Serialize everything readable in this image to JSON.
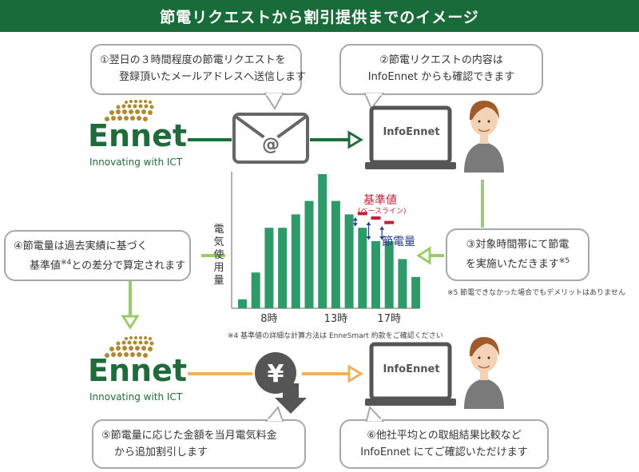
{
  "title": "節電リクエストから割引提供までのイメージ",
  "steps": {
    "s1": [
      "①翌日の３時間程度の節電リクエストを",
      "登録頂いたメールアドレスへ送信します"
    ],
    "s2": [
      "②節電リクエストの内容は",
      "InfoEnnet からも確認できます"
    ],
    "s3": [
      "③対象時間帯にて節電",
      "を実施いただきます"
    ],
    "s3_sup": "※5",
    "s4_line1": "④節電量は過去実績に基づく",
    "s4_line2a": "基準値",
    "s4_sup": "※4",
    "s4_line2b": "との差分で算定されます",
    "s5": [
      "⑤節電量に応じた金額を当月電気料金",
      "から追加割引します"
    ],
    "s6": [
      "⑥他社平均との取組結果比較など",
      "InfoEnnet にてご確認いただけます"
    ]
  },
  "notes": {
    "note5": "※5 節電できなかった場合でもデメリットはありません",
    "note4": "※4 基準値の詳細な計算方法は EnneSmart 約款をご確認ください"
  },
  "logo": {
    "word": "Ennet",
    "tagline": "Innovating with ICT"
  },
  "laptop_label": "InfoEnnet",
  "icons": {
    "mail": "mail-at-icon",
    "yen": "yen-icon",
    "person": "person-icon",
    "laptop": "laptop-icon"
  },
  "colors": {
    "title_bg": "#1a6b3a",
    "brand_green": "#1f6b3b",
    "arrow_light_green": "#9acd6a",
    "arrow_orange": "#f0b060",
    "bar_green": "#2e9a6a",
    "baseline_red": "#c0203a",
    "savings_blue": "#2a3a8a"
  },
  "chart_data": {
    "type": "bar",
    "x": [
      6,
      7,
      8,
      9,
      10,
      11,
      12,
      13,
      14,
      15,
      16,
      17,
      18,
      19
    ],
    "values": [
      1,
      4,
      9,
      9,
      10.5,
      12,
      15,
      12,
      10.5,
      9,
      7.5,
      7.5,
      5.5,
      3.5
    ],
    "baseline": [
      {
        "x": 15,
        "value": 10.5
      },
      {
        "x": 16,
        "value": 10
      },
      {
        "x": 17,
        "value": 9.5
      }
    ],
    "tick_labels": [
      {
        "x": 8,
        "label": "8時"
      },
      {
        "x": 13,
        "label": "13時"
      },
      {
        "x": 17,
        "label": "17時"
      }
    ],
    "ylabel": "電気使用量",
    "ylabel_chars": [
      "電",
      "気",
      "使",
      "用",
      "量"
    ],
    "baseline_label": "基準値",
    "baseline_sub": "(ベースライン)",
    "savings_label": "節電量"
  }
}
